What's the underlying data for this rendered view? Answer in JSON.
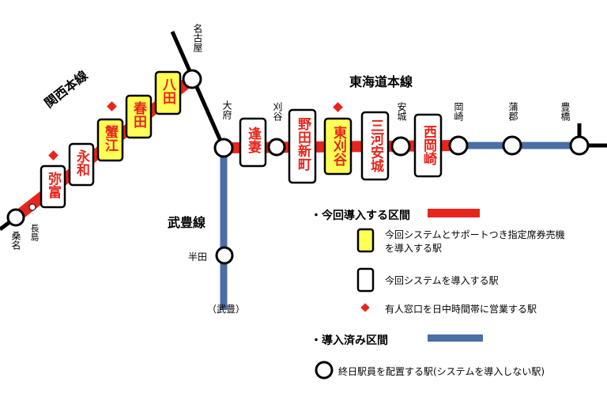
{
  "line_names": {
    "kansai": "関西本線",
    "tokaido": "東海道本線",
    "taketoyo": "武豊線"
  },
  "stations": {
    "kuwana": "桑名",
    "nagashima": "長島",
    "yatomi": "弥富",
    "eiwa": "永和",
    "kanie": "蟹江",
    "haruta": "春田",
    "hatta": "八田",
    "nagoya": "名古屋",
    "obu": "大府",
    "ogakie": "逢妻",
    "kariya": "刈谷",
    "nodashinmachi": "野田新町",
    "higashikariya": "東刈谷",
    "mikawaanjo": "三河安城",
    "anjo": "安城",
    "nishiokazaki": "西岡崎",
    "okazaki": "岡崎",
    "gamagori": "蒲郡",
    "toyohashi": "豊橋",
    "handa": "半田",
    "taketoyo_end": "（武豊）"
  },
  "legend": {
    "section_new": "・今回導入する区間",
    "yellow_station": "今回システムとサポートつき指定席券売機\nを導入する駅",
    "white_station": "今回システムを導入する駅",
    "staffed_window": "有人窓口を日中時間帯に営業する駅",
    "section_existing": "・導入済み区間",
    "circle_station": "終日駅員を配置する駅(システムを導入しない駅)"
  },
  "colors": {
    "new_section": "#e8251c",
    "existing_section": "#4a6ea6",
    "highlight": "#ffff55",
    "station_text": "#e8251c"
  }
}
